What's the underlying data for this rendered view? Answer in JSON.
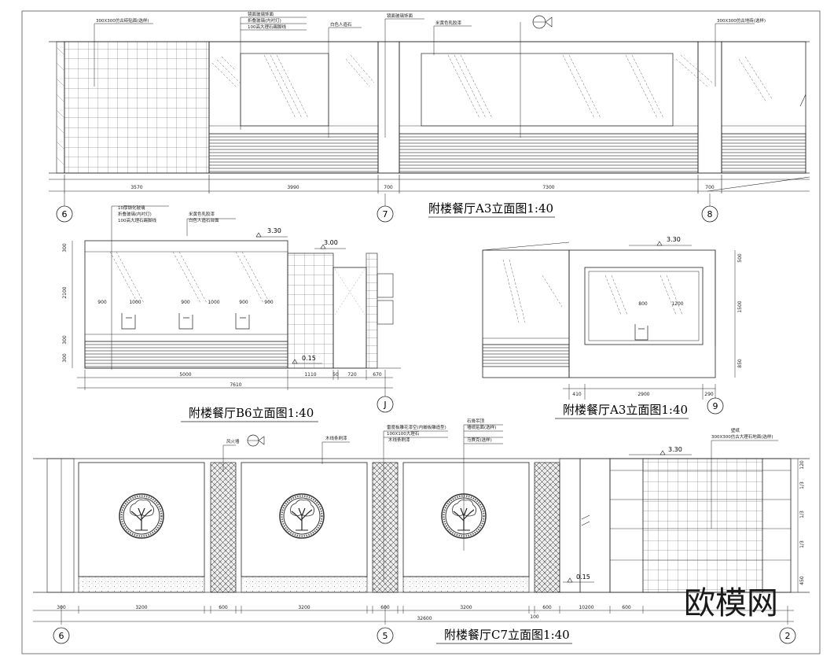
{
  "titles": {
    "a3_top": "附楼餐厅A3立面图1:40",
    "b6": "附楼餐厅B6立面图1:40",
    "a3_mid": "附楼餐厅A3立面图1:40",
    "c7": "附楼餐厅C7立面图1:40"
  },
  "watermark": "欧模网",
  "axes": {
    "top": [
      "6",
      "7",
      "8"
    ],
    "b6": "J",
    "a3": "9",
    "bottom": [
      "6",
      "5",
      "2"
    ]
  },
  "levels": {
    "b6_main": "3.30",
    "b6_right": "3.00",
    "b6_floor": "0.15",
    "a3": "3.30",
    "c7_floor": "0.15",
    "c7": "3.30"
  },
  "top_dims": [
    "3570",
    "3990",
    "700",
    "7300",
    "700"
  ],
  "b6_dims": {
    "bottom": [
      "5000",
      "1110",
      "50",
      "720",
      "670"
    ],
    "total": "7610",
    "mirror": [
      "900",
      "1000",
      "900",
      "1000",
      "900",
      "900"
    ],
    "side": [
      "300",
      "2100",
      "300",
      "300"
    ]
  },
  "a3_dims": {
    "bottom": [
      "410",
      "2900",
      "290"
    ],
    "side": [
      "500",
      "1500",
      "850"
    ],
    "mirror": [
      "800",
      "1200"
    ]
  },
  "c7_dims": {
    "bottom": [
      "300",
      "3200",
      "600",
      "3200",
      "600",
      "3200",
      "100",
      "600",
      "10200",
      "600"
    ],
    "total": "32600",
    "side": [
      "120",
      "1/3",
      "1/3",
      "1/3",
      "450"
    ]
  },
  "notes": {
    "top": [
      "300X300仿古砖贴面(选样)",
      "镜面玻璃饰面",
      "折叠玻璃(内衬灯)",
      "100高大理石踢脚线",
      "白色人造石",
      "镜面玻璃饰面",
      "米黄色乳胶漆",
      "300X300仿古地砖(选样)"
    ],
    "b6": [
      "10厚钢化玻璃",
      "折叠玻璃(内衬灯)",
      "100高大理石踢脚线",
      "米黄色乳胶漆",
      "白色人造石台面"
    ],
    "c7": [
      "风火墙",
      "木线条刷漆",
      "雷度板雕花漆空(内嵌板雕造型)",
      "100X100大理石",
      "木线条刷漆",
      "石膏吊顶",
      "墙纸贴面(选样)",
      "马赛克(选样)",
      "壁纸",
      "300X300仿古大理石地面(选样)"
    ]
  }
}
